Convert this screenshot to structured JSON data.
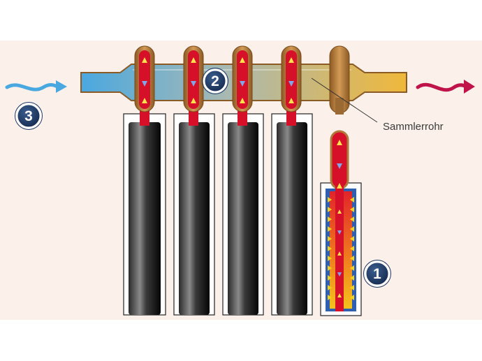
{
  "diagram": {
    "label_collector": "Sammlerrohr",
    "badges": {
      "absorber_tube": "1",
      "collector_pipe": "2",
      "inlet": "3"
    },
    "colors": {
      "background_panel": "#fbf1ea",
      "cold_water": "#4aa8e0",
      "warm_water": "#f0b83a",
      "copper": "#b07a3a",
      "heat_pipe": "#d7102a",
      "vacuum_tube": "#111111",
      "badge_fill": "#1d3b66",
      "inflow_arrow": "#4aa8e0",
      "outflow_arrow": "#c0134a"
    }
  }
}
